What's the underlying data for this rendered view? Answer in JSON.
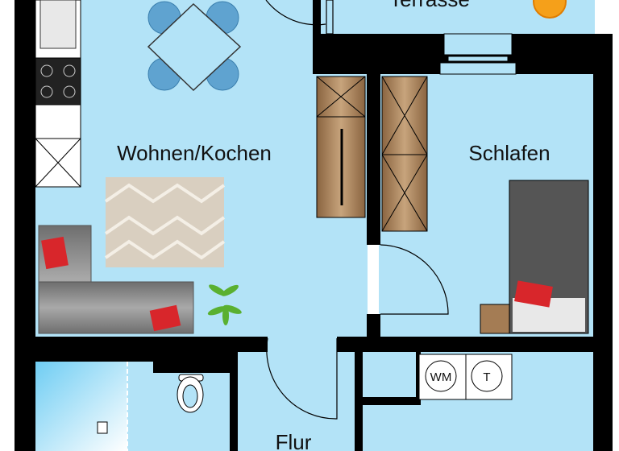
{
  "rooms": {
    "terrace": "Terrasse",
    "living": "Wohnen/Kochen",
    "bedroom": "Schlafen",
    "hall": "Flur"
  },
  "appliances": {
    "washing_machine": "WM",
    "dryer": "T"
  },
  "colors": {
    "floor": "#b3e3f7",
    "wall": "#000000",
    "wardrobe": "#a47c54",
    "cushion": "#d8262b",
    "sofa": "#8e8e8e",
    "sun_icon": "#f5a01a"
  }
}
